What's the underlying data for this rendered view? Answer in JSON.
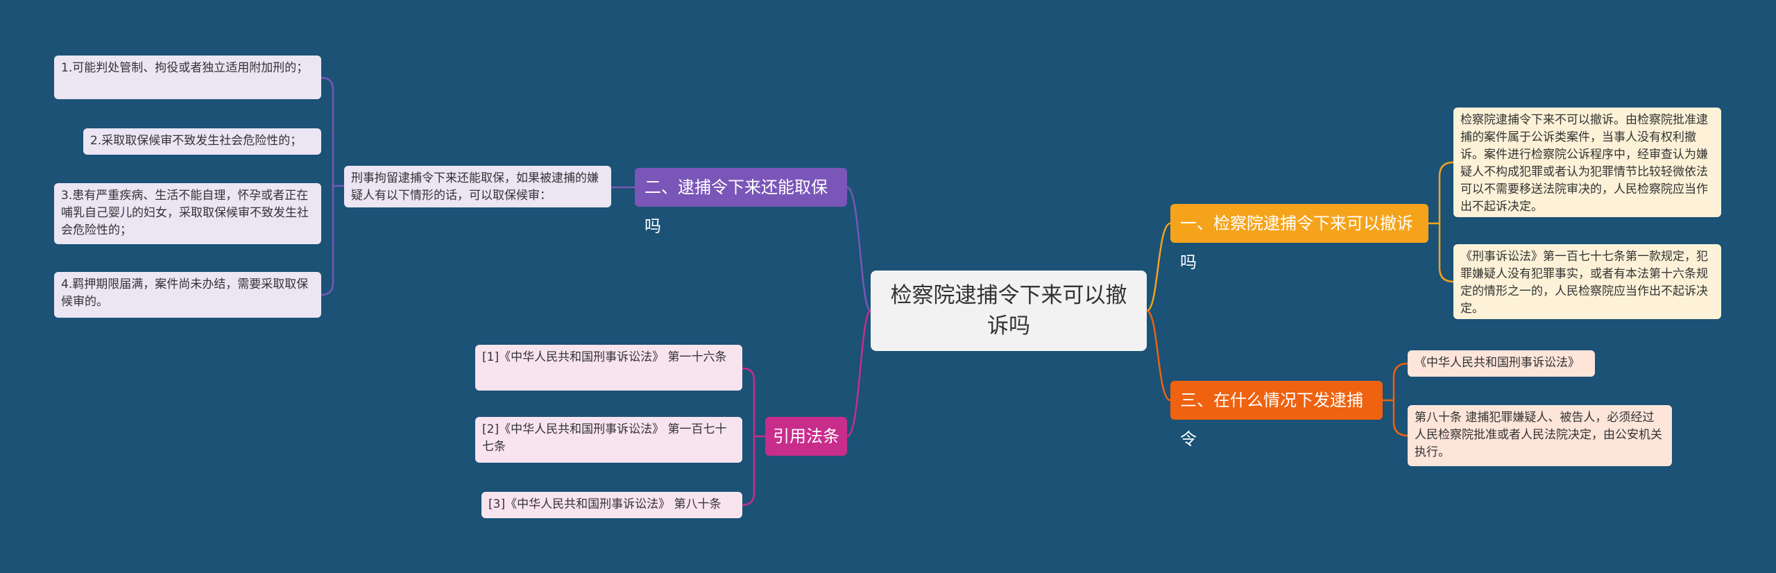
{
  "root": {
    "title": "检察院逮捕令下来可以撤诉吗"
  },
  "branch1": {
    "title": "一、检察院逮捕令下来可以撤诉吗",
    "leaves": [
      "检察院逮捕令下来不可以撤诉。由检察院批准逮捕的案件属于公诉类案件，当事人没有权利撤诉。案件进行检察院公诉程序中，经审查认为嫌疑人不构成犯罪或者认为犯罪情节比较轻微依法可以不需要移送法院审决的，人民检察院应当作出不起诉决定。",
      "《刑事诉讼法》第一百七十七条第一款规定，犯罪嫌疑人没有犯罪事实，或者有本法第十六条规定的情形之一的，人民检察院应当作出不起诉决定。"
    ]
  },
  "branch3": {
    "title": "三、在什么情况下发逮捕令",
    "leaves": [
      "《中华人民共和国刑事诉讼法》",
      "第八十条 逮捕犯罪嫌疑人、被告人，必须经过人民检察院批准或者人民法院决定，由公安机关执行。"
    ]
  },
  "branch2": {
    "title": "二、逮捕令下来还能取保吗",
    "middle": "刑事拘留逮捕令下来还能取保，如果被逮捕的嫌疑人有以下情形的话，可以取保候审：",
    "leaves": [
      "1.可能判处管制、拘役或者独立适用附加刑的；",
      "2.采取取保候审不致发生社会危险性的；",
      "3.患有严重疾病、生活不能自理，怀孕或者正在哺乳自己婴儿的妇女，采取取保候审不致发生社会危险性的；",
      "4.羁押期限届满，案件尚未办结，需要采取取保候审的。"
    ]
  },
  "branch4": {
    "title": "引用法条",
    "leaves": [
      "[1]《中华人民共和国刑事诉讼法》 第一十六条",
      "[2]《中华人民共和国刑事诉讼法》 第一百七十七条",
      "[3]《中华人民共和国刑事诉讼法》 第八十条"
    ]
  },
  "colors": {
    "background": "#1b5276",
    "branch1": "#f5a31b",
    "branch2": "#7a56b8",
    "branch3": "#ee6210",
    "branch4": "#c82d8c"
  }
}
